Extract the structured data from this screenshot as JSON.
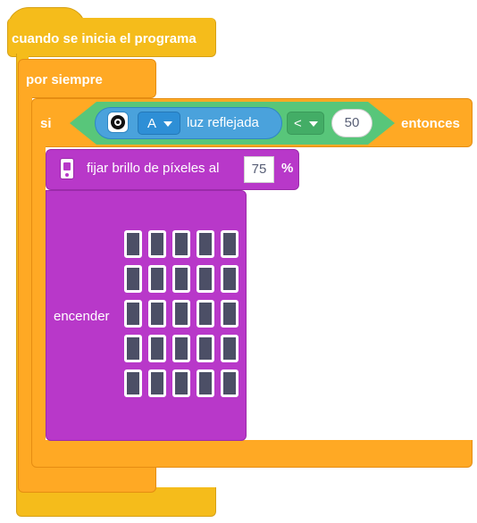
{
  "event_block": {
    "label": "cuando se inicia el programa",
    "color": "#f5bc1b"
  },
  "forever_block": {
    "label": "por siempre",
    "color": "#ffa924"
  },
  "if_block": {
    "label_if": "si",
    "label_then": "entonces",
    "condition": {
      "sensor_icon": "light-sensor-icon",
      "port": "A",
      "mode_label": "luz reflejada",
      "operator": "<",
      "value": "50"
    }
  },
  "brightness_block": {
    "icon": "hub-icon",
    "label": "fijar brillo de píxeles al",
    "value": "75",
    "unit": "%"
  },
  "display_block": {
    "label": "encender",
    "rows": 5,
    "cols": 5,
    "pixels_on": []
  },
  "colors": {
    "orange": "#ffa924",
    "yellow": "#f5bc1b",
    "green": "#58c67a",
    "blue": "#4aa2dc",
    "purple": "#b838c9",
    "pixel_off": "#4c4f66"
  }
}
